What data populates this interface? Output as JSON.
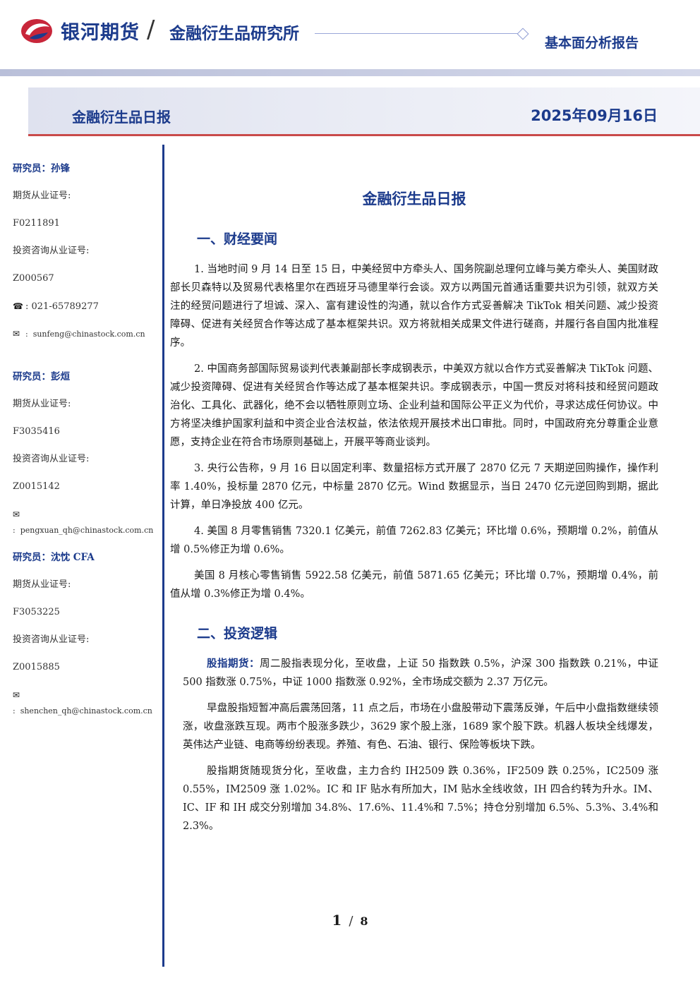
{
  "header": {
    "brand": "银河期货",
    "slash": "/",
    "institute": "金融衍生品研究所",
    "report_type": "基本面分析报告"
  },
  "title_bar": {
    "title": "金融衍生品日报",
    "date": "2025年09月16日"
  },
  "researchers": [
    {
      "name": "研究员：孙锋",
      "cert_label": "期货从业证号:",
      "cert": "F0211891",
      "consult_label": "投资咨询从业证号:",
      "consult": "Z000567",
      "phone": "021-65789277",
      "email": "sunfeng@chinastock.com.cn"
    },
    {
      "name": "研究员：彭烜",
      "cert_label": "期货从业证号:",
      "cert": "F3035416",
      "consult_label": "投资咨询从业证号:",
      "consult": "Z0015142",
      "phone": "",
      "email": "pengxuan_qh@chinastock.com.cn"
    },
    {
      "name": "研究员：沈忱  CFA",
      "cert_label": "期货从业证号:",
      "cert": "F3053225",
      "consult_label": "投资咨询从业证号:",
      "consult": "Z0015885",
      "phone": "",
      "email": "shenchen_qh@chinastock.com.cn"
    }
  ],
  "doc_title": "金融衍生品日报",
  "sections": [
    {
      "title": "一、财经要闻",
      "paragraphs": [
        {
          "lead": "",
          "text": "1. 当地时间 9 月 14 日至 15 日，中美经贸中方牵头人、国务院副总理何立峰与美方牵头人、美国财政部长贝森特以及贸易代表格里尔在西班牙马德里举行会谈。双方以两国元首通话重要共识为引领，就双方关注的经贸问题进行了坦诚、深入、富有建设性的沟通，就以合作方式妥善解决 TikTok 相关问题、减少投资障碍、促进有关经贸合作等达成了基本框架共识。双方将就相关成果文件进行磋商，并履行各自国内批准程序。"
        },
        {
          "lead": "",
          "text": "2. 中国商务部国际贸易谈判代表兼副部长李成钢表示，中美双方就以合作方式妥善解决 TikTok 问题、减少投资障碍、促进有关经贸合作等达成了基本框架共识。李成钢表示，中国一贯反对将科技和经贸问题政治化、工具化、武器化，绝不会以牺牲原则立场、企业利益和国际公平正义为代价，寻求达成任何协议。中方将坚决维护国家利益和中资企业合法权益，依法依规开展技术出口审批。同时，中国政府充分尊重企业意愿，支持企业在符合市场原则基础上，开展平等商业谈判。"
        },
        {
          "lead": "",
          "text": "3. 央行公告称，9 月 16 日以固定利率、数量招标方式开展了 2870 亿元 7 天期逆回购操作，操作利率 1.40%，投标量 2870 亿元，中标量 2870 亿元。Wind 数据显示，当日 2470 亿元逆回购到期，据此计算，单日净投放 400 亿元。"
        },
        {
          "lead": "",
          "text": "4. 美国 8 月零售销售 7320.1 亿美元，前值 7262.83 亿美元；环比增 0.6%，预期增 0.2%，前值从增 0.5%修正为增 0.6%。"
        },
        {
          "lead": "",
          "text": "美国 8 月核心零售销售 5922.58 亿美元，前值 5871.65 亿美元；环比增 0.7%，预期增 0.4%，前值从增 0.3%修正为增 0.4%。"
        }
      ]
    },
    {
      "title": "二、投资逻辑",
      "paragraphs": [
        {
          "lead": "股指期货：",
          "text": "周二股指表现分化，至收盘，上证 50 指数跌 0.5%，沪深 300 指数跌 0.21%，中证 500 指数涨 0.75%，中证 1000 指数涨 0.92%，全市场成交额为 2.37 万亿元。"
        },
        {
          "lead": "",
          "text": "早盘股指短暂冲高后震荡回落，11 点之后，市场在小盘股带动下震荡反弹，午后中小盘指数继续领涨，收盘涨跌互现。两市个股涨多跌少，3629 家个股上涨，1689 家个股下跌。机器人板块全线爆发，英伟达产业链、电商等纷纷表现。养殖、有色、石油、银行、保险等板块下跌。"
        },
        {
          "lead": "",
          "text": "股指期货随现货分化，至收盘，主力合约 IH2509 跌 0.36%，IF2509 跌 0.25%，IC2509 涨 0.55%，IM2509 涨 1.02%。IC 和 IF 贴水有所加大，IM 贴水全线收敛，IH 四合约转为升水。IM、IC、IF 和 IH 成交分别增加 34.8%、17.6%、11.4%和 7.5%；持仓分别增加 6.5%、5.3%、3.4%和 2.3%。"
        }
      ]
    }
  ],
  "footer": {
    "page": "1",
    "sep": "/",
    "total": "8"
  },
  "colors": {
    "brand_blue": "#1c3b8c",
    "accent_red": "#c94a4a"
  }
}
